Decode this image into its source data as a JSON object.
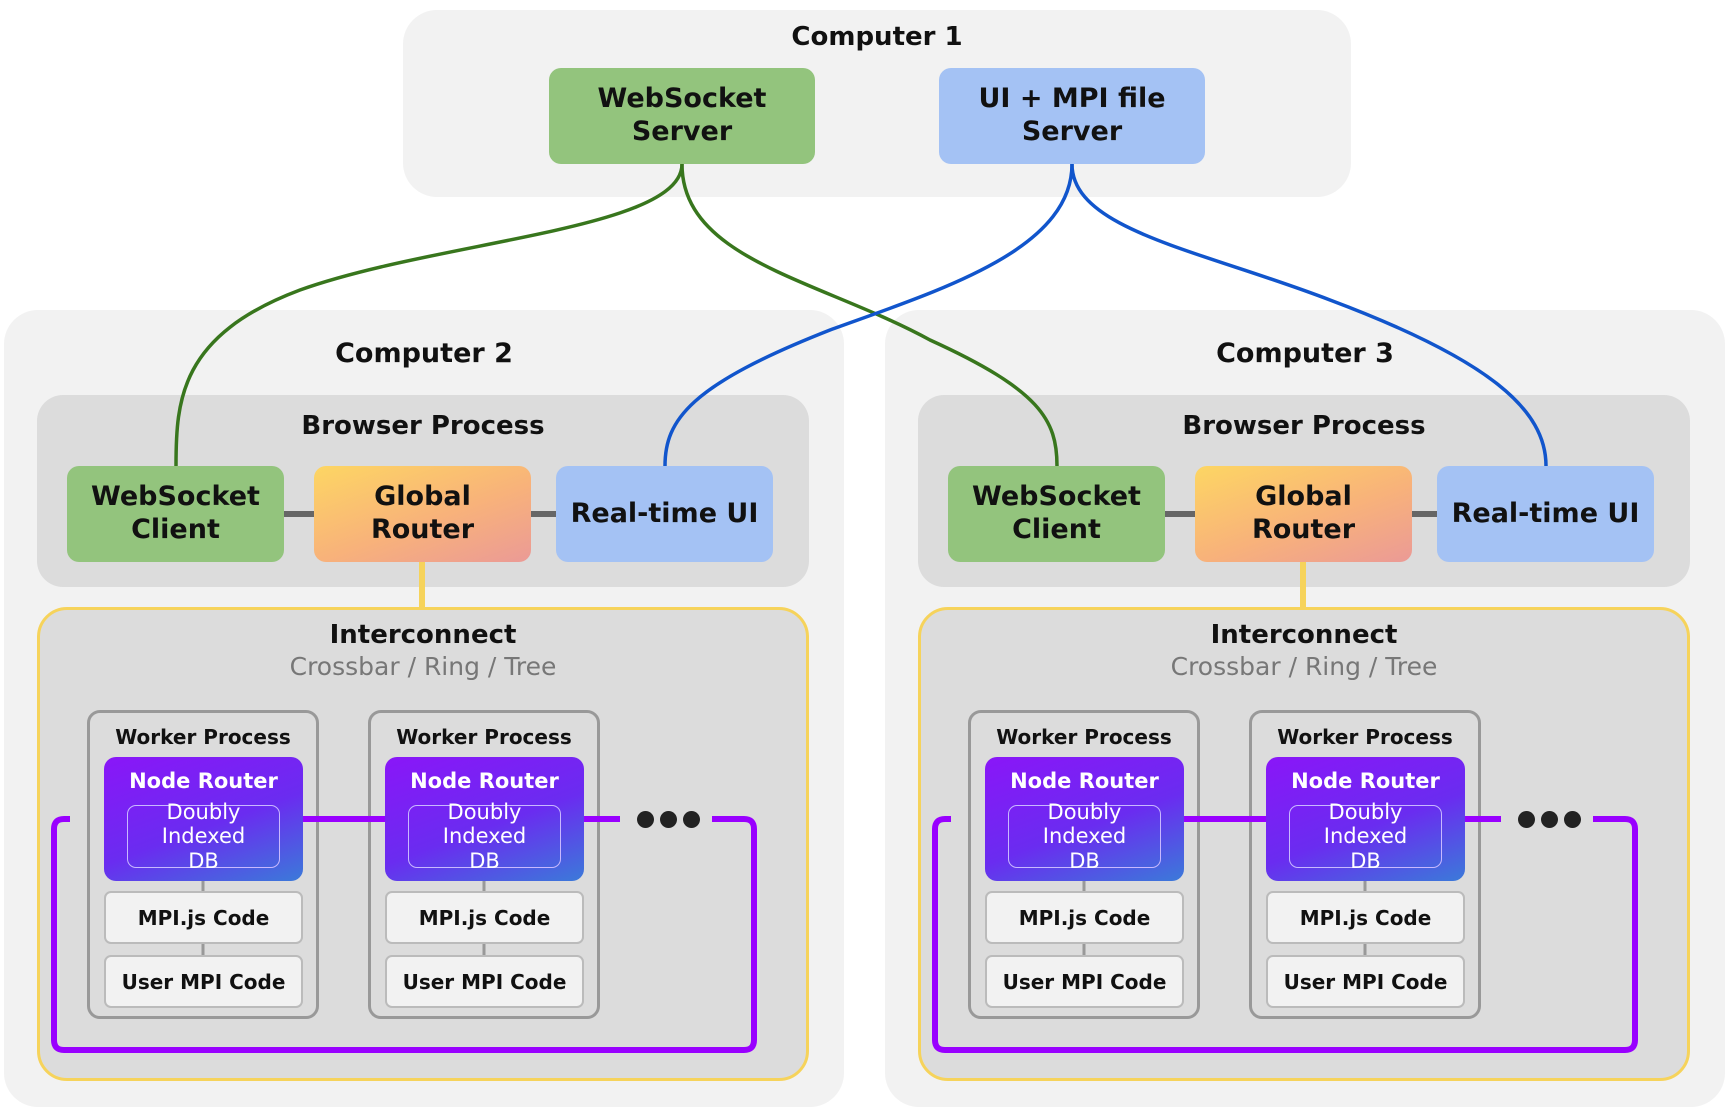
{
  "computer1": {
    "title": "Computer 1",
    "websocket_server": "WebSocket Server",
    "ui_server": "UI + MPI file Server"
  },
  "computers": [
    {
      "title": "Computer 2",
      "browser_process": "Browser Process",
      "websocket_client": "WebSocket Client",
      "global_router": "Global Router",
      "realtime_ui": "Real-time UI",
      "interconnect": "Interconnect",
      "topology": "Crossbar / Ring / Tree",
      "workers": [
        {
          "label": "Worker Process",
          "node_router": "Node Router",
          "db": "Doubly Indexed DB",
          "mpijs": "MPI.js Code",
          "user": "User MPI Code"
        },
        {
          "label": "Worker Process",
          "node_router": "Node Router",
          "db": "Doubly Indexed DB",
          "mpijs": "MPI.js Code",
          "user": "User MPI Code"
        }
      ]
    },
    {
      "title": "Computer 3",
      "browser_process": "Browser Process",
      "websocket_client": "WebSocket Client",
      "global_router": "Global Router",
      "realtime_ui": "Real-time UI",
      "interconnect": "Interconnect",
      "topology": "Crossbar / Ring / Tree",
      "workers": [
        {
          "label": "Worker Process",
          "node_router": "Node Router",
          "db": "Doubly Indexed DB",
          "mpijs": "MPI.js Code",
          "user": "User MPI Code"
        },
        {
          "label": "Worker Process",
          "node_router": "Node Router",
          "db": "Doubly Indexed DB",
          "mpijs": "MPI.js Code",
          "user": "User MPI Code"
        }
      ]
    }
  ],
  "colors": {
    "websocket_link": "#38761d",
    "ui_link": "#1155cc",
    "ring": "#9900ff",
    "interconnect_border": "#f6d35b",
    "green_box": "#93c47d",
    "blue_box": "#a4c2f4"
  }
}
